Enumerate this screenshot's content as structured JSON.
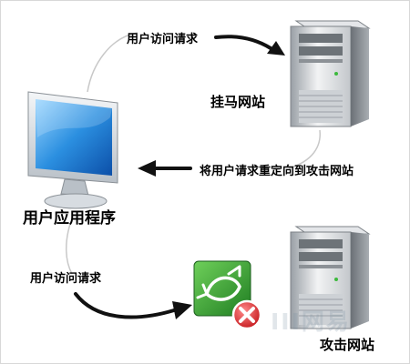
{
  "diagram": {
    "label_request_top": "用户访问请求",
    "label_malicious_site": "挂马网站",
    "label_redirect": "将用户请求重定向到攻击网站",
    "label_user_app": "用户应用程序",
    "label_request_bottom": "用户访问请求",
    "label_attack_site": "攻击网站",
    "watermark": "III网易"
  },
  "colors": {
    "arrow": "#111111",
    "arc": "#c8c8c8",
    "icon_green": "#2f9a2c",
    "deny_red": "#d8262a"
  },
  "icons": [
    "computer-monitor-icon",
    "server-tower-icon",
    "green-app-icon",
    "red-x-icon"
  ]
}
